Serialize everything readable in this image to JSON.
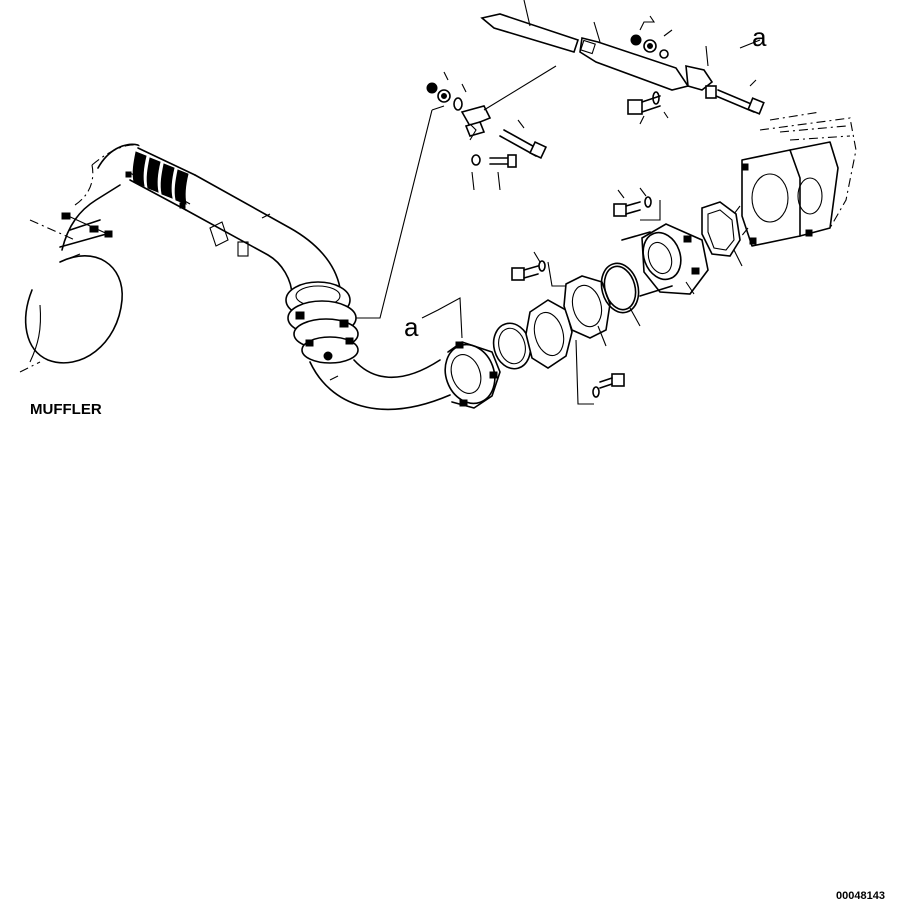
{
  "diagram": {
    "component_label": "MUFFLER",
    "reference_marks": [
      "a",
      "a"
    ],
    "figure_number": "00048143"
  }
}
